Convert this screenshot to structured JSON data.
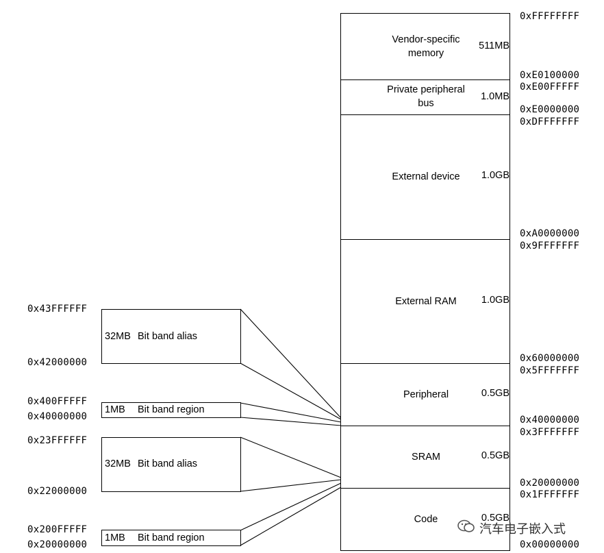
{
  "memory_map": {
    "regions": [
      {
        "name_line1": "Vendor-specific",
        "name_line2": "memory",
        "size": "511MB"
      },
      {
        "name_line1": "Private peripheral",
        "name_line2": "bus",
        "size": "1.0MB"
      },
      {
        "name_line1": "External device",
        "name_line2": "",
        "size": "1.0GB"
      },
      {
        "name_line1": "External RAM",
        "name_line2": "",
        "size": "1.0GB"
      },
      {
        "name_line1": "Peripheral",
        "name_line2": "",
        "size": "0.5GB"
      },
      {
        "name_line1": "SRAM",
        "name_line2": "",
        "size": "0.5GB"
      },
      {
        "name_line1": "Code",
        "name_line2": "",
        "size": "0.5GB"
      }
    ],
    "addresses": [
      "0xFFFFFFFF",
      "0xE0100000",
      "0xE00FFFFF",
      "0xE0000000",
      "0xDFFFFFFF",
      "0xA0000000",
      "0x9FFFFFFF",
      "0x60000000",
      "0x5FFFFFFF",
      "0x40000000",
      "0x3FFFFFFF",
      "0x20000000",
      "0x1FFFFFFF",
      "0x00000000"
    ]
  },
  "bit_band": {
    "peripheral_alias": {
      "size": "32MB",
      "label": "Bit band alias",
      "top": "0x43FFFFFF",
      "bottom": "0x42000000"
    },
    "peripheral_region": {
      "size": "1MB",
      "label": "Bit band region",
      "top": "0x400FFFFF",
      "bottom": "0x40000000"
    },
    "sram_alias": {
      "size": "32MB",
      "label": "Bit band alias",
      "top": "0x23FFFFFF",
      "bottom": "0x22000000"
    },
    "sram_region": {
      "size": "1MB",
      "label": "Bit band region",
      "top": "0x200FFFFF",
      "bottom": "0x20000000"
    }
  },
  "watermark": {
    "text": "汽车电子嵌入式",
    "icon": "wechat-icon"
  }
}
